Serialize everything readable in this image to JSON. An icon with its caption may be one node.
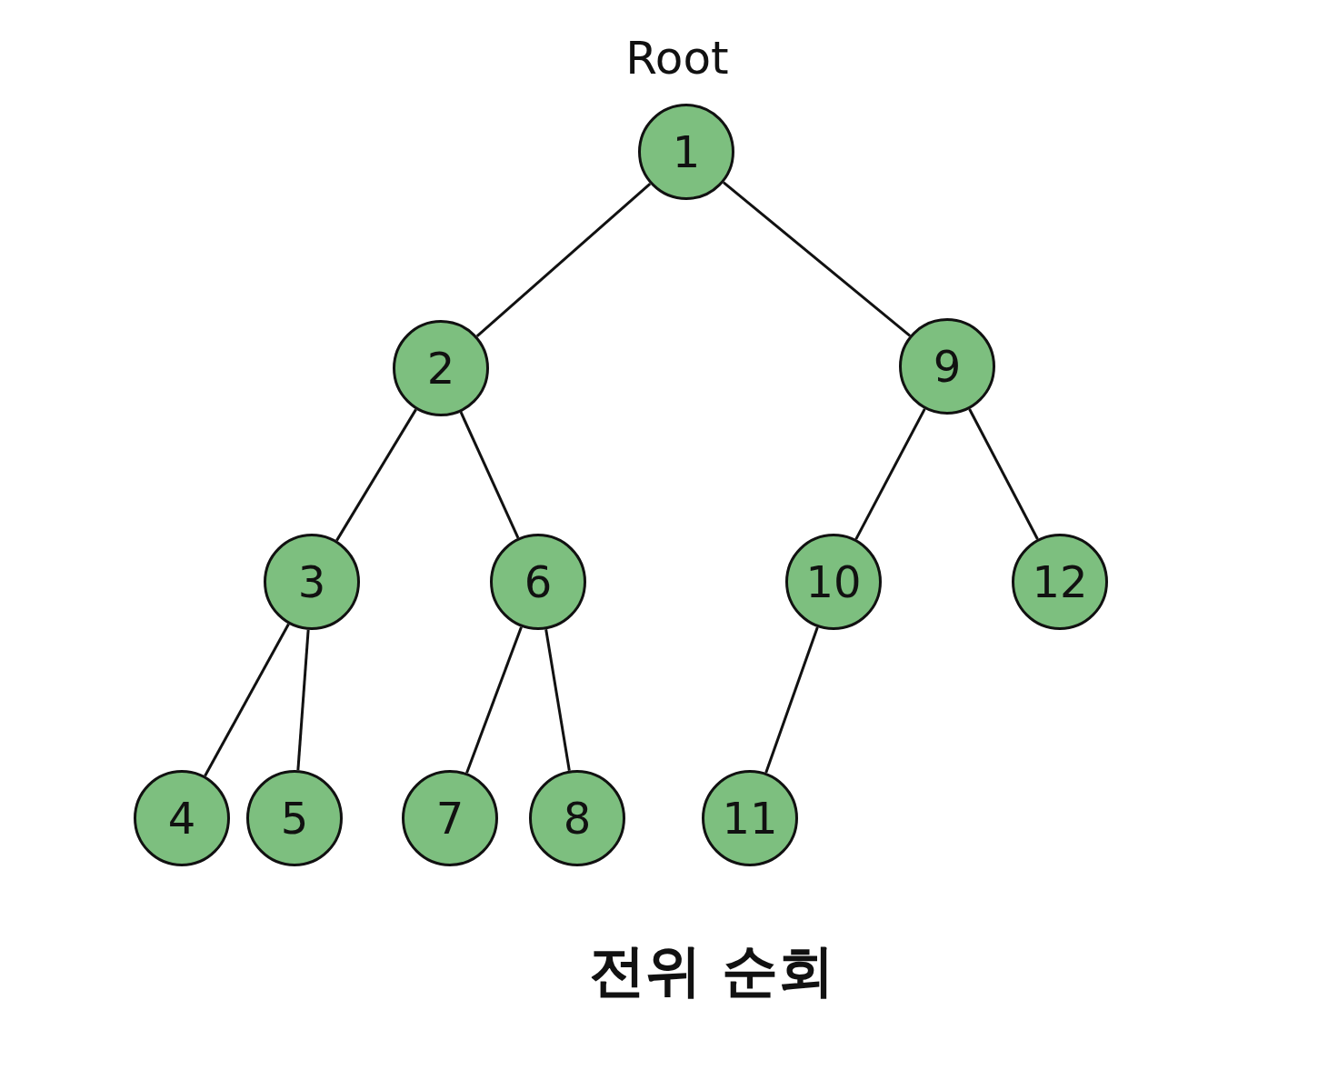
{
  "diagram": {
    "caption": "전위 순회",
    "nodes": [
      {
        "text": [
          "1"
        ],
        "beside": [
          "Root"
        ]
      },
      {
        "text": [
          "2"
        ]
      },
      {
        "text": [
          "9"
        ]
      },
      {
        "text": [
          "3"
        ]
      },
      {
        "text": [
          "6"
        ]
      },
      {
        "text": [
          "10"
        ]
      },
      {
        "text": [
          "12"
        ]
      },
      {
        "text": [
          "4"
        ]
      },
      {
        "text": [
          "5"
        ]
      },
      {
        "text": [
          "7"
        ]
      },
      {
        "text": [
          "8"
        ]
      },
      {
        "text": [
          "11"
        ]
      }
    ],
    "edges": [
      {
        "from": 0,
        "to": 1,
        "arrow": "none"
      },
      {
        "from": 0,
        "to": 2,
        "arrow": "none"
      },
      {
        "from": 1,
        "to": 3,
        "arrow": "none"
      },
      {
        "from": 1,
        "to": 4,
        "arrow": "none"
      },
      {
        "from": 3,
        "to": 7,
        "arrow": "none"
      },
      {
        "from": 3,
        "to": 8,
        "arrow": "none"
      },
      {
        "from": 4,
        "to": 9,
        "arrow": "none"
      },
      {
        "from": 4,
        "to": 10,
        "arrow": "none"
      },
      {
        "from": 2,
        "to": 5,
        "arrow": "none"
      },
      {
        "from": 2,
        "to": 6,
        "arrow": "none"
      },
      {
        "from": 5,
        "to": 11,
        "arrow": "none"
      }
    ]
  }
}
